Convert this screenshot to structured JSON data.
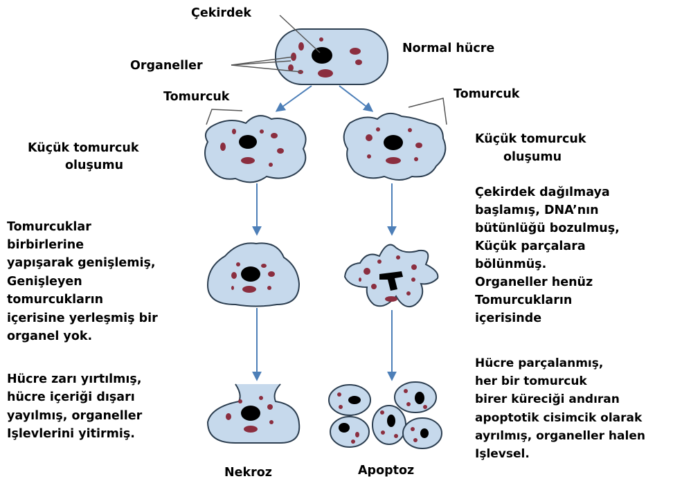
{
  "labels": {
    "cekirdek": "Çekirdek",
    "organeller": "Organeller",
    "normal_hucre": "Normal hücre",
    "tomurcuk_left": "Tomurcuk",
    "tomurcuk_right": "Tomurcuk",
    "kucuk_left": [
      "Küçük tomurcuk",
      "oluşumu"
    ],
    "kucuk_right": [
      "Küçük tomurcuk",
      "oluşumu"
    ],
    "necrosis_step2": [
      "Tomurcuklar",
      "birbirlerine",
      "yapışarak genişlemiş,",
      "Genişleyen",
      "tomurcukların",
      "içerisine yerleşmiş bir",
      "organel yok."
    ],
    "necrosis_step3": [
      "Hücre zarı yırtılmış,",
      "hücre içeriği dışarı",
      "yayılmış, organeller",
      "Işlevlerini yitirmiş."
    ],
    "apoptosis_step2": [
      "Çekirdek dağılmaya",
      "başlamış, DNA’nın",
      "bütünlüğü bozulmuş,",
      "Küçük parçalara",
      "bölünmüş.",
      "Organeller henüz",
      "Tomurcukların",
      "içerisinde"
    ],
    "apoptosis_step3": [
      "Hücre parçalanmış,",
      "her bir tomurcuk",
      "birer küreciği andıran",
      "apoptotik cisimcik olarak",
      "ayrılmış, organeller halen",
      "Işlevsel."
    ],
    "nekroz": "Nekroz",
    "apoptoz": "Apoptoz"
  },
  "colors": {
    "cell_fill": "#c6d9ec",
    "cell_outline": "#2c3e50",
    "organelle": "#8b2e3f",
    "nucleus": "#000000",
    "arrow": "#4d7fb8"
  }
}
